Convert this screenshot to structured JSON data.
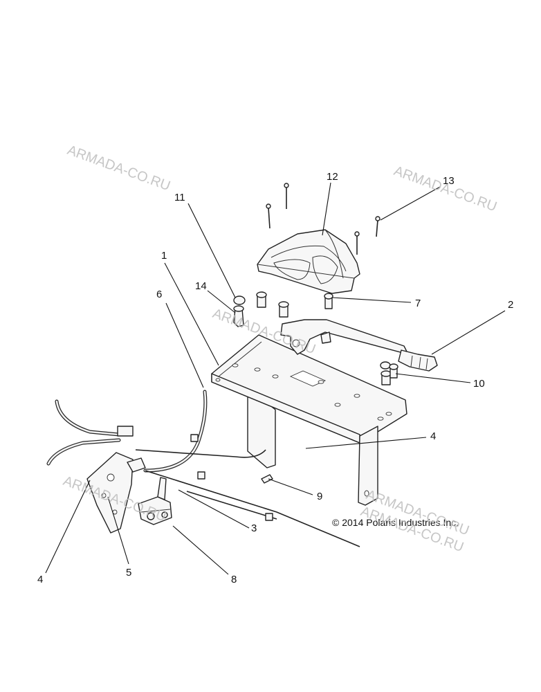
{
  "diagram": {
    "callouts": [
      "1",
      "2",
      "3",
      "4",
      "4",
      "5",
      "6",
      "7",
      "8",
      "9",
      "10",
      "11",
      "12",
      "13",
      "14"
    ],
    "copyright": "© 2014 Polaris Industries Inc.",
    "watermarks": [
      "ARMADA-CO.RU",
      "ARMADA-CO.RU",
      "ARMADA-CO.RU",
      "ARMADA-CO.RU",
      "ARMADA-CO.RU",
      "ARMADA-CO.RU"
    ]
  }
}
